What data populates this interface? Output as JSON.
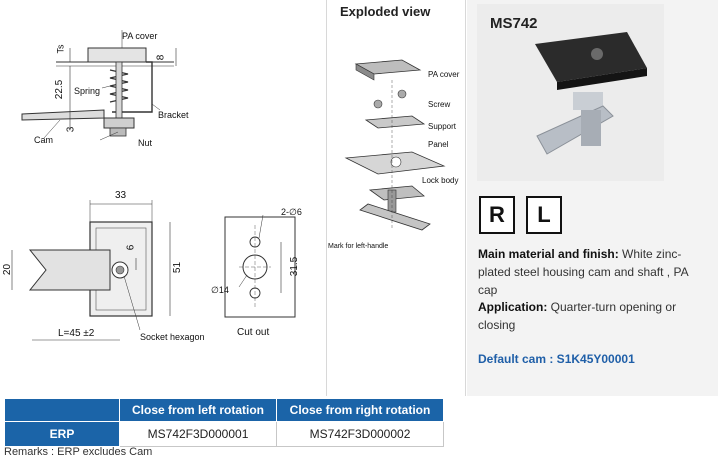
{
  "drawing_top": {
    "labels": {
      "pa_cover": "PA cover",
      "ts": "Ts",
      "dim_8": "8",
      "spring": "Spring",
      "dim_22_5": "22.5",
      "bracket": "Bracket",
      "cam": "Cam",
      "dim_3": "3",
      "nut": "Nut"
    }
  },
  "drawing_front": {
    "labels": {
      "dim_33": "33",
      "dim_6": "6",
      "dim_20": "20",
      "dim_51": "51",
      "dim_length": "L=45 ±2",
      "socket_hexagon": "Socket hexagon"
    }
  },
  "drawing_cutout": {
    "labels": {
      "holes": "2-∅6",
      "diameter": "∅14",
      "dim_31_5": "31.5",
      "caption": "Cut out"
    }
  },
  "exploded": {
    "title": "Exploded view",
    "labels": {
      "pa_cover": "PA cover",
      "screw": "Screw",
      "support": "Support",
      "panel": "Panel",
      "lock_body": "Lock body",
      "mark": "Mark for left-handle"
    }
  },
  "product": {
    "photo_label": "MS742",
    "directions": [
      "R",
      "L"
    ],
    "material_label": "Main material and finish:",
    "material_text": "White zinc-plated steel housing  cam and shaft , PA cap",
    "application_label": "Application:",
    "application_text": "Quarter-turn opening or closing",
    "default_cam": "Default cam : S1K45Y00001"
  },
  "table": {
    "headers": [
      "",
      "Close from left rotation",
      "Close from right rotation"
    ],
    "rows": [
      {
        "label": "ERP",
        "left": "MS742F3D000001",
        "right": "MS742F3D000002"
      }
    ]
  },
  "remarks": "Remarks : ERP excludes Cam",
  "colors": {
    "header_blue": "#1b64a8",
    "link_blue": "#1f5fa8"
  }
}
